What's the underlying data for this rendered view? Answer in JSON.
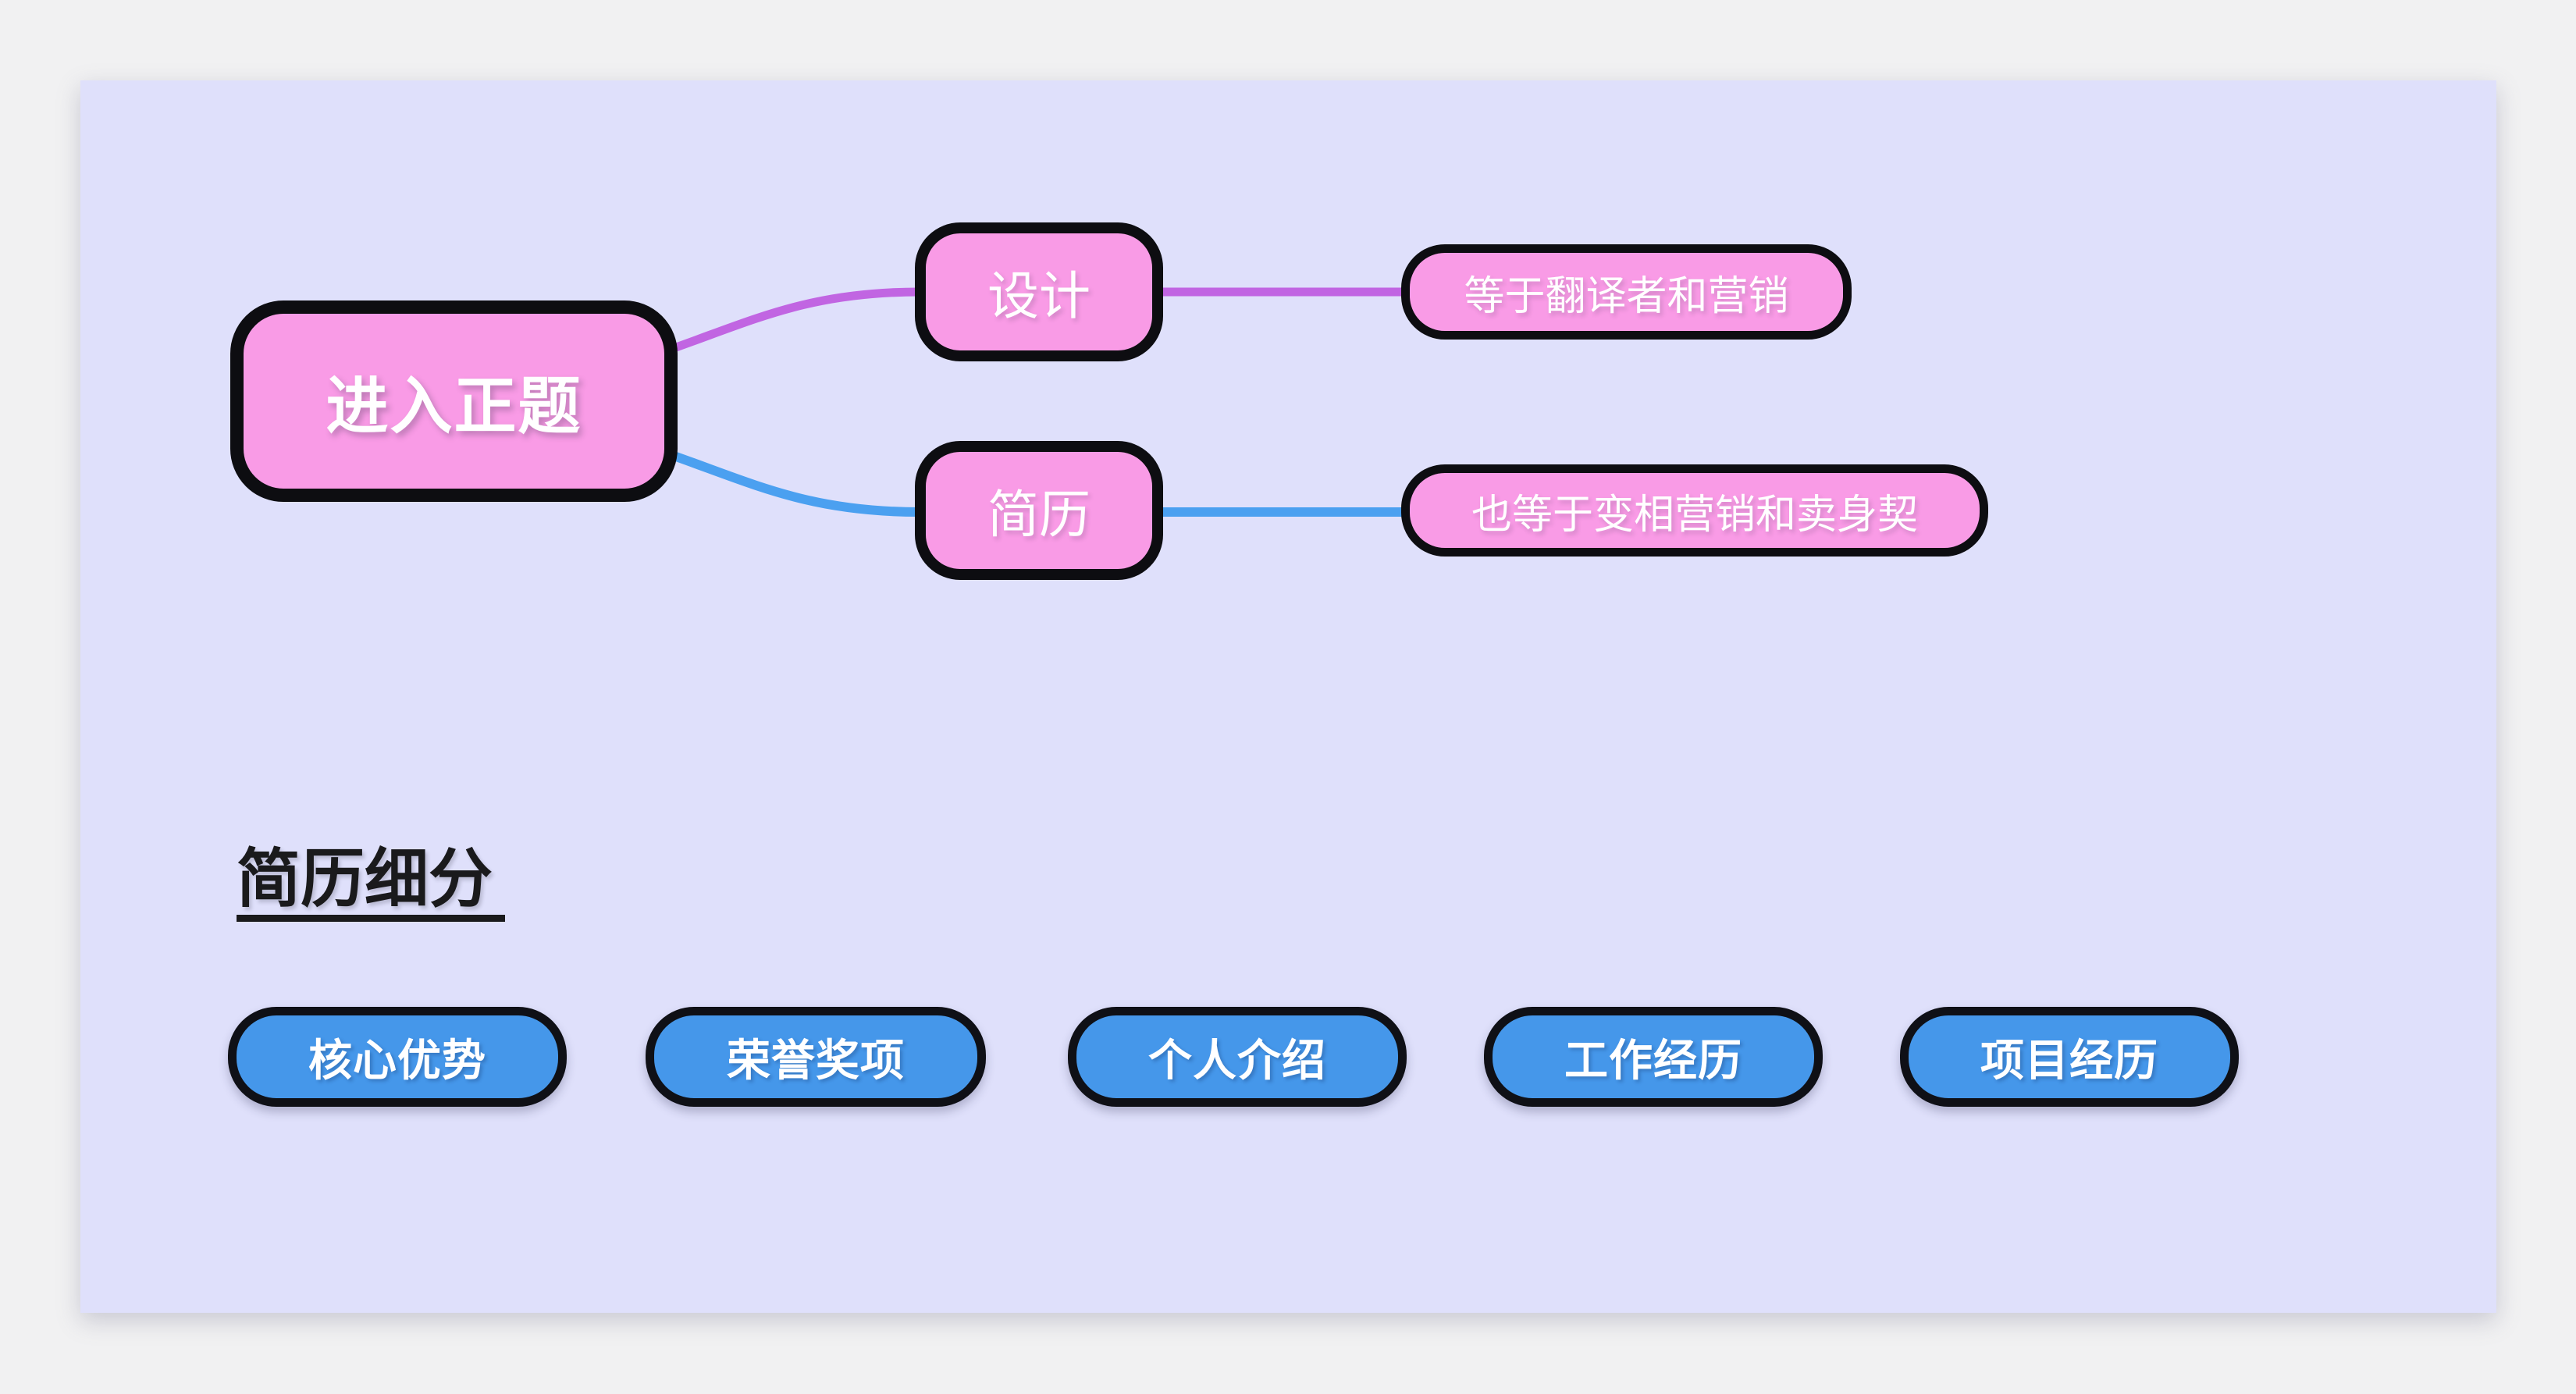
{
  "colors": {
    "page_background": "#f1f1f2",
    "board_background": "#dfe0fb",
    "node_pink": "#f99be6",
    "node_border": "#0d0d11",
    "button_blue": "#4597ea",
    "branch_design": "#c165e2",
    "branch_resume": "#4ba0f0",
    "node_text": "#ffffff",
    "heading_text": "#1a1a1c"
  },
  "mindmap": {
    "root": {
      "label": "进入正题"
    },
    "branches": [
      {
        "topic": "设计",
        "note": "等于翻译者和营销",
        "color": "#c165e2"
      },
      {
        "topic": "简历",
        "note": "也等于变相营销和卖身契",
        "color": "#4ba0f0"
      }
    ]
  },
  "resume_section": {
    "heading": "简历细分",
    "items": [
      "核心优势",
      "荣誉奖项",
      "个人介绍",
      "工作经历",
      "项目经历"
    ]
  }
}
